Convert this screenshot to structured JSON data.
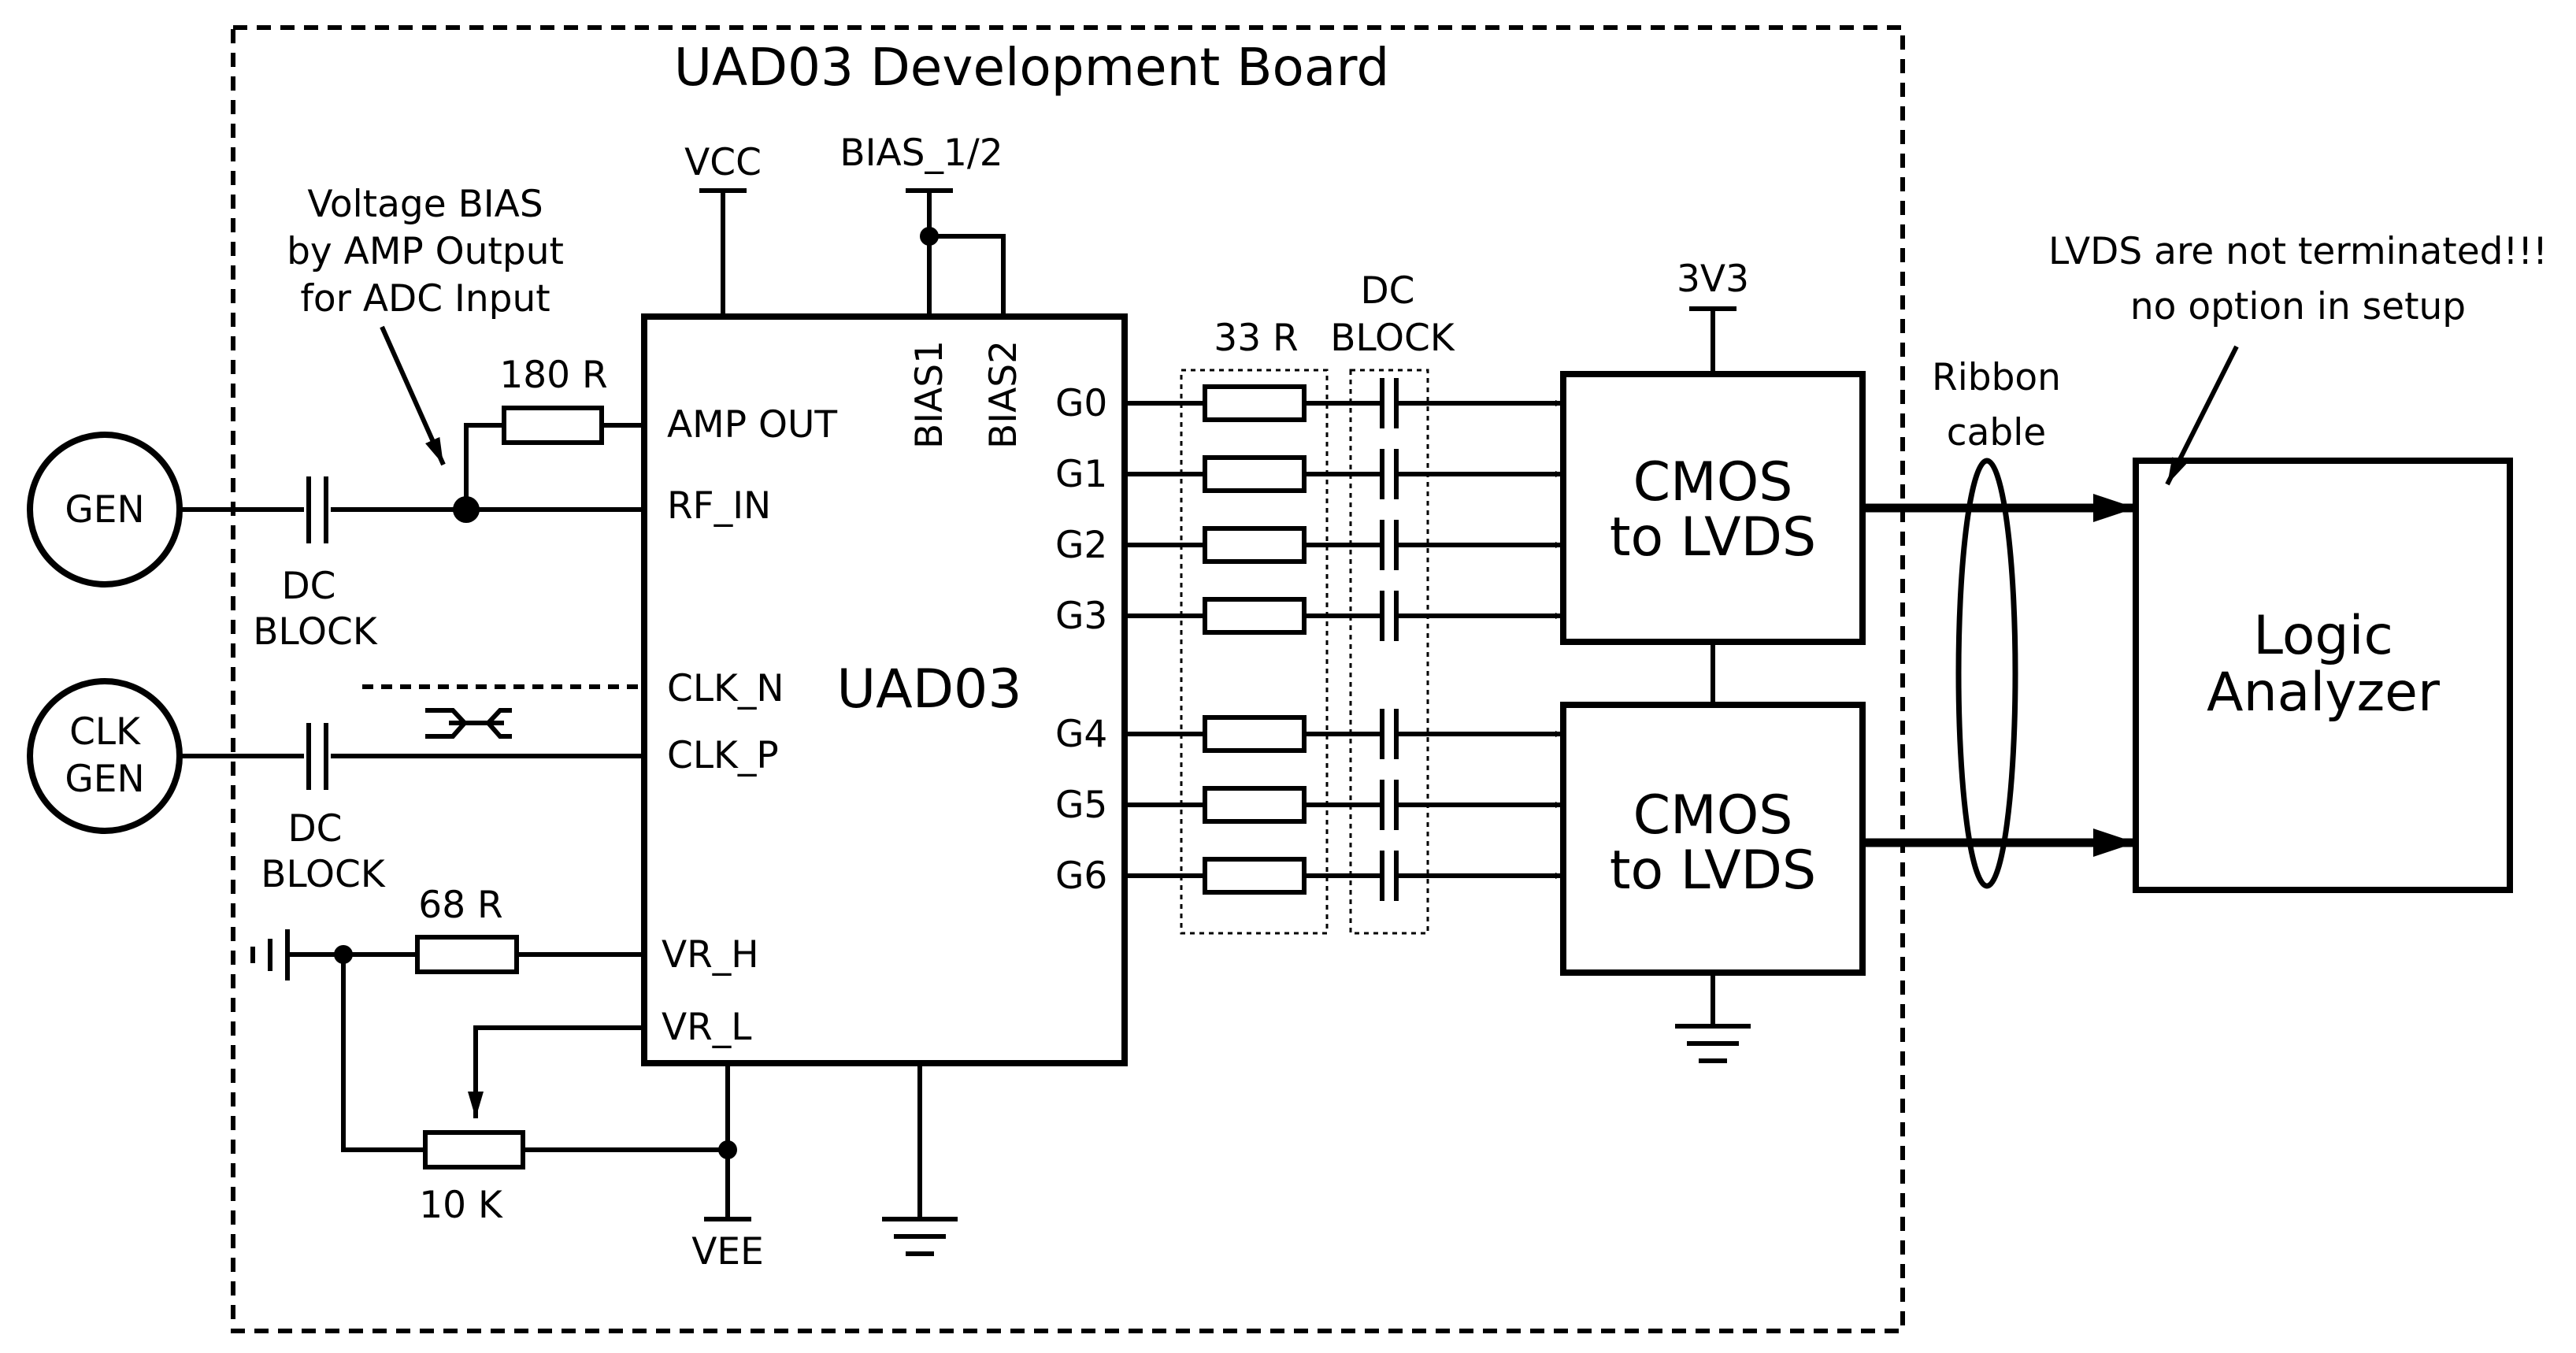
{
  "board": {
    "title": "UAD03 Development Board"
  },
  "chip": {
    "name": "UAD03",
    "pins_left": [
      "AMP OUT",
      "RF_IN",
      "CLK_N",
      "CLK_P",
      "VR_H",
      "VR_L"
    ],
    "pins_top": [
      "BIAS1",
      "BIAS2"
    ],
    "outputs": [
      "G0",
      "G1",
      "G2",
      "G3",
      "G4",
      "G5",
      "G6"
    ]
  },
  "supplies": {
    "vcc": "VCC",
    "bias": "BIAS_1/2",
    "vee": "VEE",
    "v3v3": "3V3"
  },
  "sources": {
    "gen": "GEN",
    "clk_gen_line1": "CLK",
    "clk_gen_line2": "GEN"
  },
  "components": {
    "r_feedback": "180 R",
    "r_vrh": "68 R",
    "pot": "10 K",
    "r_series": "33 R",
    "dc_block_line1": "DC",
    "dc_block_line2": "BLOCK"
  },
  "annotations": {
    "bias_note": [
      "Voltage  BIAS",
      "by AMP Output",
      "for ADC Input"
    ],
    "lvds_note": [
      "LVDS are not terminated!!!",
      "no option in setup"
    ],
    "ribbon": [
      "Ribbon",
      "cable"
    ]
  },
  "converters": {
    "line1": "CMOS",
    "line2": "to LVDS"
  },
  "analyzer": {
    "line1": "Logic",
    "line2": "Analyzer"
  }
}
